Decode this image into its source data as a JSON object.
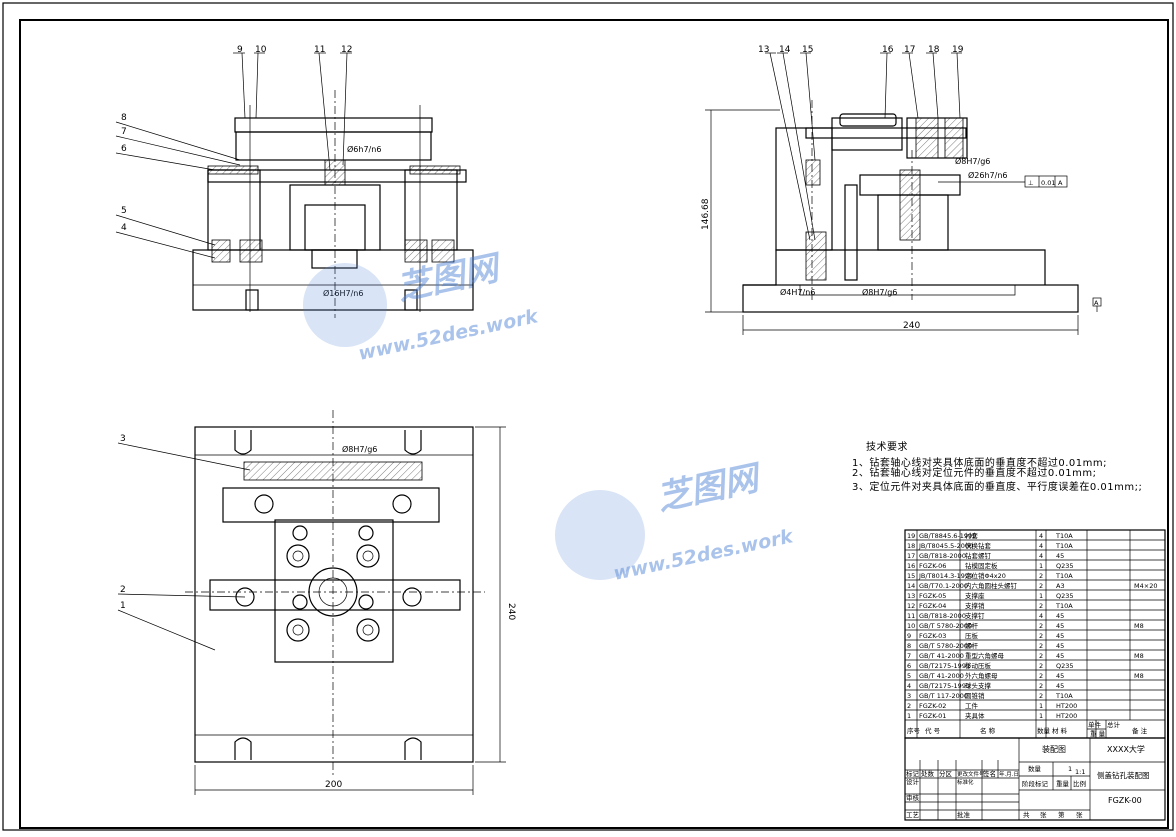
{
  "drawing": {
    "part_numbers": [
      "1",
      "2",
      "3",
      "4",
      "5",
      "6",
      "7",
      "8",
      "9",
      "10",
      "11",
      "12",
      "13",
      "14",
      "15",
      "16",
      "17",
      "18",
      "19"
    ],
    "fits": {
      "front_top": "Ø6h7/n6",
      "front_bottom": "Ø16H7/n6",
      "side_top1": "Ø8H7/g6",
      "side_top2": "Ø26h7/n6",
      "side_bottom1": "Ø4H7/n6",
      "side_bottom2": "Ø8H7/g6",
      "plan_top": "Ø8H7/g6"
    },
    "dimensions": {
      "side_height": "146.68",
      "side_width": "240",
      "plan_height": "240",
      "plan_width": "200"
    },
    "tolerance_frame": [
      "⊥",
      "0.01",
      "A"
    ],
    "datum": "A"
  },
  "requirements": {
    "title": "技术要求",
    "items": [
      "1、钻套轴心线对夹具体底面的垂直度不超过0.01mm;",
      "2、钻套轴心线对定位元件的垂直度不超过0.01mm;",
      "3、定位元件对夹具体底面的垂直度、平行度误差在0.01mm;;"
    ]
  },
  "bom": {
    "rows": [
      {
        "no": "19",
        "code": "GB/T8845.6-1999",
        "name": "衬套",
        "qty": "4",
        "mat": "T10A",
        "note": ""
      },
      {
        "no": "18",
        "code": "JB/T8045.5-2000",
        "name": "快换钻套",
        "qty": "4",
        "mat": "T10A",
        "note": ""
      },
      {
        "no": "17",
        "code": "GB/T818-2000",
        "name": "钻套螺钉",
        "qty": "4",
        "mat": "45",
        "note": ""
      },
      {
        "no": "16",
        "code": "FGZK-06",
        "name": "钻模固定板",
        "qty": "1",
        "mat": "Q235",
        "note": ""
      },
      {
        "no": "15",
        "code": "JB/T8014.3-1999",
        "name": "定位销Φ4x20",
        "qty": "2",
        "mat": "T10A",
        "note": ""
      },
      {
        "no": "14",
        "code": "GB/T70.1-2000",
        "name": "内六角圆柱头螺钉",
        "qty": "2",
        "mat": "A3",
        "note": "M4×20"
      },
      {
        "no": "13",
        "code": "FGZK-05",
        "name": "支撑座",
        "qty": "1",
        "mat": "Q235",
        "note": ""
      },
      {
        "no": "12",
        "code": "FGZK-04",
        "name": "支撑销",
        "qty": "2",
        "mat": "T10A",
        "note": ""
      },
      {
        "no": "11",
        "code": "GB/T818-2000",
        "name": "支撑钉",
        "qty": "4",
        "mat": "45",
        "note": ""
      },
      {
        "no": "10",
        "code": "GB/T 5780-2000",
        "name": "螺杆",
        "qty": "2",
        "mat": "45",
        "note": "M8"
      },
      {
        "no": "9",
        "code": "FGZK-03",
        "name": "压板",
        "qty": "2",
        "mat": "45",
        "note": ""
      },
      {
        "no": "8",
        "code": "GB/T 5780-2000",
        "name": "螺杆",
        "qty": "2",
        "mat": "45",
        "note": ""
      },
      {
        "no": "7",
        "code": "GB/T 41-2000",
        "name": "重型六角螺母",
        "qty": "2",
        "mat": "45",
        "note": "M8"
      },
      {
        "no": "6",
        "code": "GB/T2175-1991",
        "name": "移动压板",
        "qty": "2",
        "mat": "Q235",
        "note": ""
      },
      {
        "no": "5",
        "code": "GB/T 41-2000",
        "name": "外六角螺母",
        "qty": "2",
        "mat": "45",
        "note": "M8"
      },
      {
        "no": "4",
        "code": "GB/T2175-1991",
        "name": "球头支撑",
        "qty": "2",
        "mat": "45",
        "note": ""
      },
      {
        "no": "3",
        "code": "GB/T 117-2000",
        "name": "圆锥销",
        "qty": "2",
        "mat": "T10A",
        "note": ""
      },
      {
        "no": "2",
        "code": "FGZK-02",
        "name": "工件",
        "qty": "1",
        "mat": "HT200",
        "note": ""
      },
      {
        "no": "1",
        "code": "FGZK-01",
        "name": "夹具体",
        "qty": "1",
        "mat": "HT200",
        "note": ""
      }
    ],
    "header": {
      "no": "序号",
      "code": "代 号",
      "name": "名 称",
      "qty": "数量",
      "mat": "材 料",
      "unit": "单件",
      "total": "总计",
      "weight": "重 量",
      "note": "备 注"
    }
  },
  "title_block": {
    "drawing_name": "装配图",
    "school": "XXXX大学",
    "part_title": "侧盖钻孔装配图",
    "quantity_label": "数量",
    "quantity_value": "1",
    "stage_label": "阶段标记",
    "weight_label": "重量",
    "scale_label": "比例",
    "scale": "1:1",
    "drawing_no": "FGZK-00",
    "rev_labels": [
      "标记",
      "处数",
      "分区",
      "更改文件号",
      "签名",
      "年.月.日"
    ],
    "role_labels": [
      "设计",
      "审核",
      "工艺",
      "标准化",
      "批准"
    ],
    "sheet_labels": [
      "共",
      "张",
      "第",
      "张"
    ]
  },
  "watermark": {
    "site": "芝图网",
    "url": "www.52des.work"
  }
}
